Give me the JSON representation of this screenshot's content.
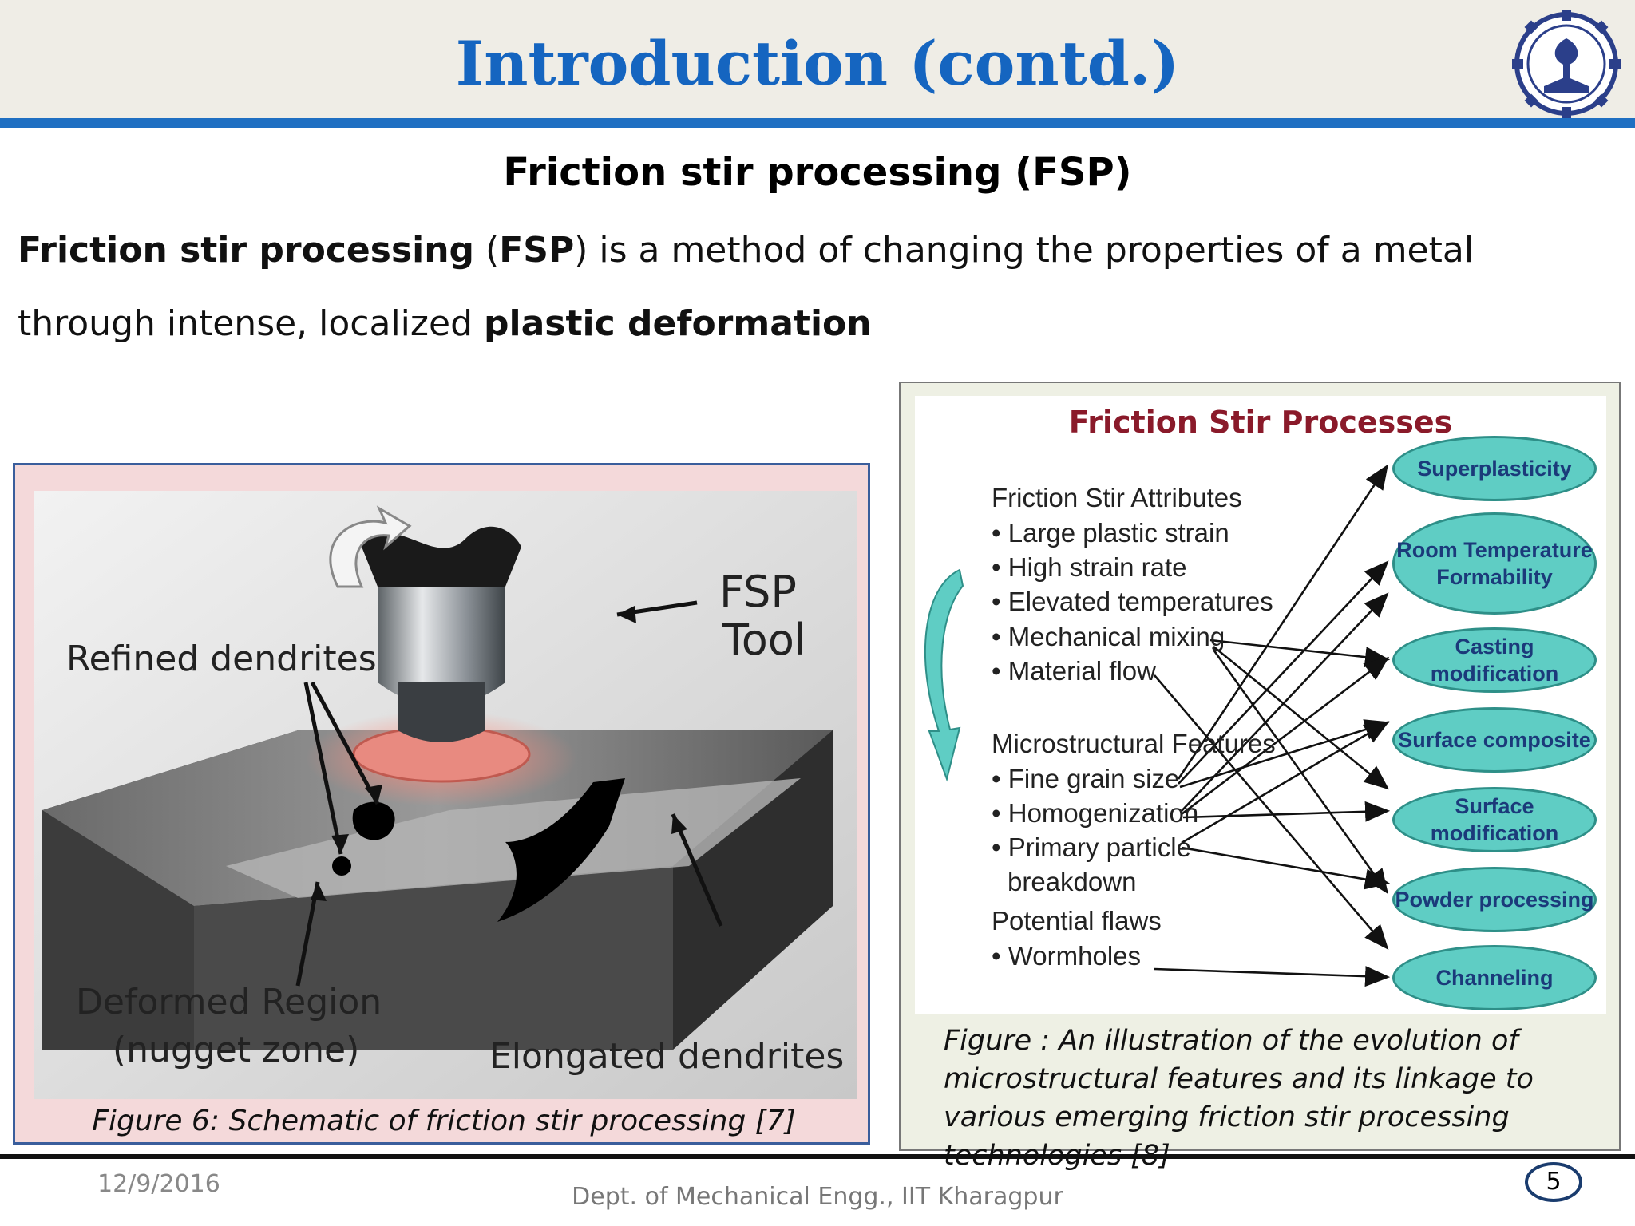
{
  "header": {
    "title": "Introduction (contd.)"
  },
  "section": {
    "subtitle": "Friction stir processing (FSP)",
    "intro_bold_1": "Friction stir processing",
    "intro_text_1": " (",
    "intro_bold_2": "FSP",
    "intro_text_2": ") is a method of changing the properties of a metal through intense, localized ",
    "intro_bold_3": "plastic deformation"
  },
  "figure6": {
    "label_refined": "Refined dendrites",
    "label_fsp": "FSP",
    "label_tool": "Tool",
    "label_deformed": "Deformed Region",
    "label_nugget": "(nugget zone)",
    "label_elongated": "Elongated dendrites",
    "caption": "Figure 6: Schematic of friction stir processing [7]"
  },
  "figure8": {
    "title": "Friction Stir Processes",
    "attributes_heading": "Friction Stir Attributes",
    "attributes": [
      "Large plastic strain",
      "High strain rate",
      "Elevated temperatures",
      "Mechanical mixing",
      "Material flow"
    ],
    "micro_heading": "Microstructural Features",
    "micro": [
      "Fine grain size",
      "Homogenization",
      "Primary particle",
      "breakdown"
    ],
    "flaws_heading": "Potential flaws",
    "flaws": [
      "Wormholes"
    ],
    "nodes": [
      "Superplasticity",
      "Room Temperature Formability",
      "Casting modification",
      "Surface composite",
      "Surface modification",
      "Powder processing",
      "Channeling"
    ],
    "caption": "Figure : An illustration of the evolution of microstructural features and its linkage to various emerging friction stir processing technologies [8]"
  },
  "footer": {
    "date": "12/9/2016",
    "dept": "Dept. of Mechanical Engg., IIT Kharagpur",
    "page": "5"
  },
  "colors": {
    "title_blue": "#1565c0",
    "header_rule": "#1f6fc2",
    "node_fill": "#5fcdc4",
    "fsp_title": "#8a1a2a"
  }
}
